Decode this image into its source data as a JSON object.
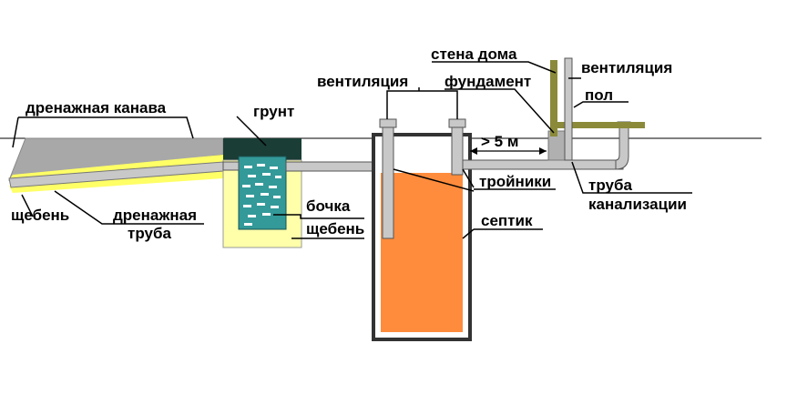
{
  "labels": {
    "drainage_ditch": "дренажная канава",
    "soil": "грунт",
    "ventilation_septic": "вентиляция",
    "house_wall": "стена дома",
    "foundation": "фундамент",
    "ventilation_house": "вентиляция",
    "floor": "пол",
    "distance": "> 5 м",
    "tees": "тройники",
    "sewer_pipe_line1": "труба",
    "sewer_pipe_line2": "канализации",
    "septic": "септик",
    "barrel": "бочка",
    "gravel_barrel": "щебень",
    "gravel_ditch": "щебень",
    "drain_pipe_line1": "дренажная",
    "drain_pipe_line2": "труба"
  },
  "colors": {
    "ditch_gray": "#a8a8a8",
    "gravel_yellow": "#ffff66",
    "gravel_light": "#ffffaa",
    "soil_dark": "#1a3d35",
    "barrel_teal": "#339999",
    "septic_orange": "#ff8c3c",
    "pipe_gray": "#c8c8c8",
    "wall_olive": "#8a8a3a"
  }
}
